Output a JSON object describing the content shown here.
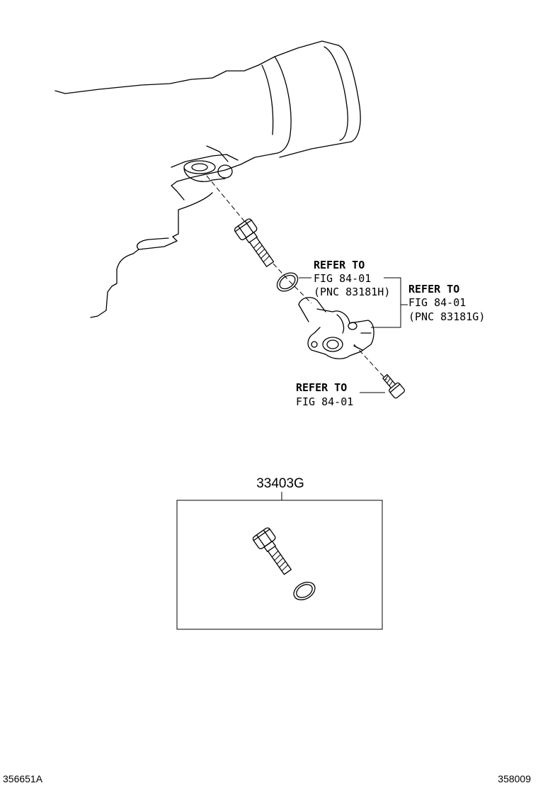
{
  "callouts": {
    "refer_o_ring": {
      "line1": "REFER TO",
      "line2": "FIG 84-01",
      "line3": "(PNC 83181H)"
    },
    "refer_sensor": {
      "line1": "REFER TO",
      "line2": "FIG 84-01",
      "line3": "(PNC 83181G)"
    },
    "refer_bolt": {
      "line1": "REFER TO",
      "line2": "FIG 84-01"
    }
  },
  "kit": {
    "part_number": "33403G"
  },
  "footer": {
    "left_code": "356651A",
    "right_code": "358009"
  }
}
